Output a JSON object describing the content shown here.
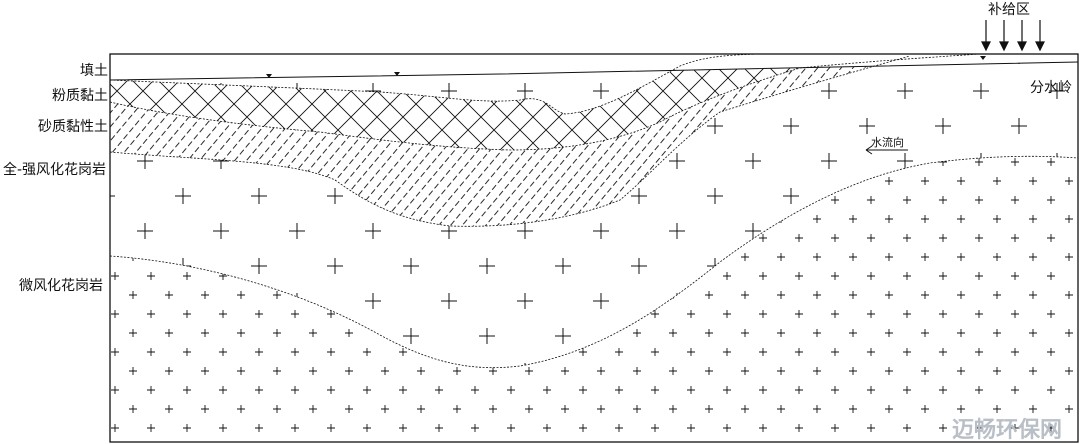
{
  "labels": {
    "fill_soil": "填土",
    "silty_clay": "粉质黏土",
    "sandy_clay": "砂质黏性土",
    "fully_weathered_granite": "全-强风化花岗岩",
    "slightly_weathered_granite": "微风化花岗岩",
    "recharge_zone": "补给区",
    "watershed": "分水岭",
    "flow_direction": "水流向"
  },
  "watermark": "迈畅环保网",
  "colors": {
    "line": "#111111",
    "background": "#ffffff",
    "watermark": "#b9bfc6"
  },
  "legend_layers": [
    {
      "key": "fill_soil",
      "pattern": "none"
    },
    {
      "key": "silty_clay",
      "pattern": "cross-hatch"
    },
    {
      "key": "sandy_clay",
      "pattern": "diagonal-dashes"
    },
    {
      "key": "fully_weathered_granite",
      "pattern": "large-plus"
    },
    {
      "key": "slightly_weathered_granite",
      "pattern": "small-plus"
    }
  ]
}
